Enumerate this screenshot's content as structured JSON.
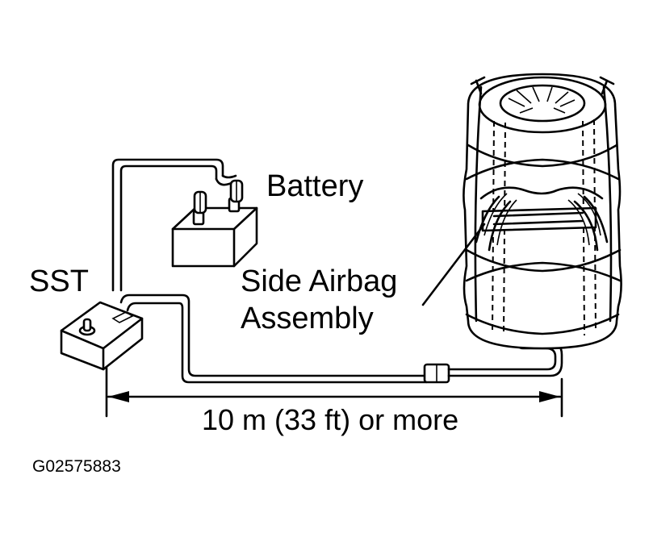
{
  "labels": {
    "battery": "Battery",
    "sst": "SST",
    "airbag_line1": "Side Airbag",
    "airbag_line2": "Assembly",
    "distance": "10 m (33 ft) or more",
    "figure_code": "G02575883"
  },
  "colors": {
    "ink": "#000000",
    "paper": "#ffffff"
  }
}
